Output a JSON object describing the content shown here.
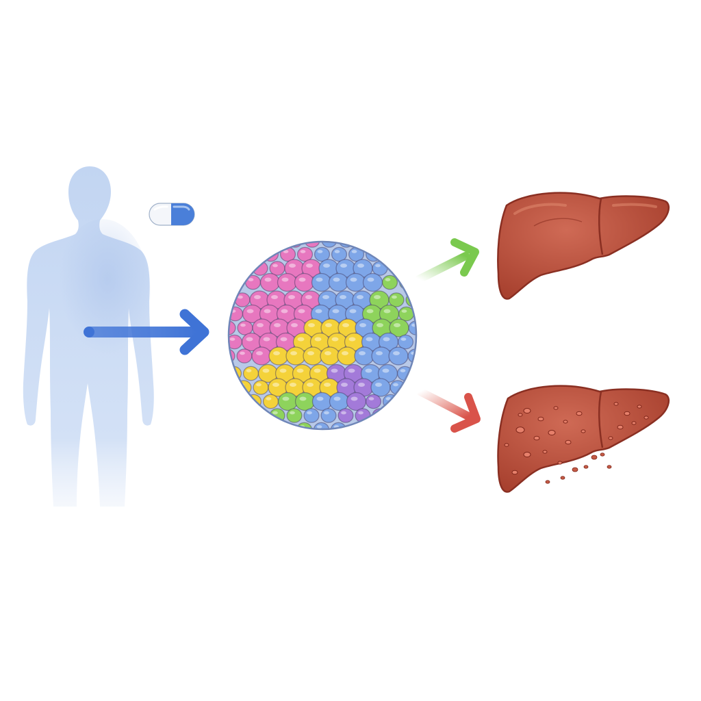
{
  "diagram": {
    "nodes": [
      {
        "id": "human-body",
        "icon": "human-silhouette-icon"
      },
      {
        "id": "drug-capsule",
        "icon": "capsule-icon"
      },
      {
        "id": "cell-cluster",
        "icon": "cell-cluster-icon"
      },
      {
        "id": "healthy-liver",
        "icon": "liver-icon"
      },
      {
        "id": "damaged-liver",
        "icon": "damaged-liver-icon"
      }
    ],
    "edges": [
      {
        "from": "human-body",
        "to": "cell-cluster",
        "color": "#3f73d6"
      },
      {
        "from": "cell-cluster",
        "to": "healthy-liver",
        "color": "#7ac94e"
      },
      {
        "from": "cell-cluster",
        "to": "damaged-liver",
        "color": "#d9534a"
      }
    ]
  },
  "colors": {
    "body": "#c7d8f2",
    "capsule_blue": "#4a7fd9",
    "capsule_white": "#f4f6fa",
    "liver": "#b8493a",
    "liver_highlight": "#cf6a55",
    "cluster_pink": "#e777bf",
    "cluster_blue": "#7ea6e8",
    "cluster_green": "#8ed35c",
    "cluster_yellow": "#f4d23a",
    "cluster_purple": "#a37ad9"
  }
}
